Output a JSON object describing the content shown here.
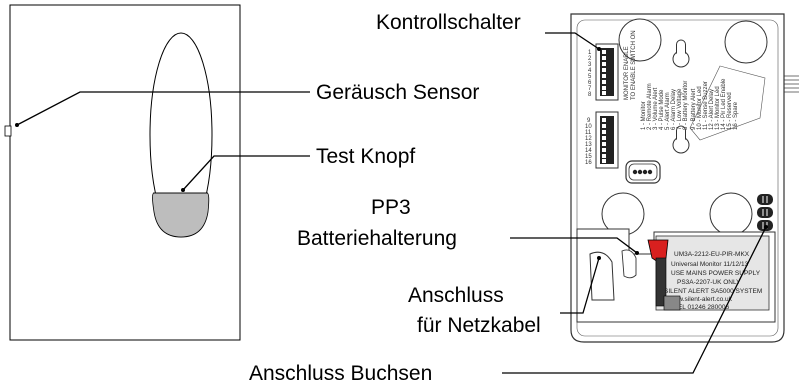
{
  "labels": {
    "control_switch": "Kontrollschalter",
    "noise_sensor": "Geräusch Sensor",
    "test_button": "Test Knopf",
    "battery_line1": "PP3",
    "battery_line2": "Batteriehalterung",
    "power_line1": "Anschluss",
    "power_line2": "für Netzkabel",
    "sockets": "Anschluss Buchsen"
  },
  "switch_settings": [
    "1 - Monitor",
    "2 - Remote Alarm",
    "3 - Volume Alert",
    "4 - Pulse Mode",
    "5 - Alert Alarm",
    "6 - Alarm Delay",
    "7 - Low Voltage",
    "8 - Battery Monitor",
    "9 - Battery Alert",
    "10 - Monitor Led",
    "11 - Sense Buzzer",
    "12 - Alert Delay",
    "13 - Monitor Led",
    "14 - Pir Led Enable",
    "15 - Reserved",
    "16 - Spare"
  ],
  "switch_numbers_top": [
    "1",
    "2",
    "3",
    "4",
    "5",
    "6",
    "7",
    "8"
  ],
  "switch_numbers_bottom": [
    "9",
    "10",
    "11",
    "12",
    "13",
    "14",
    "15",
    "16"
  ],
  "switch_header": [
    "MONITOR ENABLE",
    "TO ENABLE SWITCH ON"
  ],
  "product_plate": [
    "UM3A-2212-EU-PIR-MKX",
    "Universal Monitor 11/12/13",
    "USE MAINS POWER SUPPLY",
    "PS3A-2207-UK ONLY",
    "SILENT ALERT SA5000 SYSTEM",
    "www.silent-alert.co.uk",
    "TEL 01246 280006"
  ],
  "colors": {
    "line": "#000000",
    "test_button_fill": "#bdbdbd",
    "battery_clip": "#d8201f",
    "plate_fill": "#e6e6e6",
    "device_outline": "#333333"
  }
}
